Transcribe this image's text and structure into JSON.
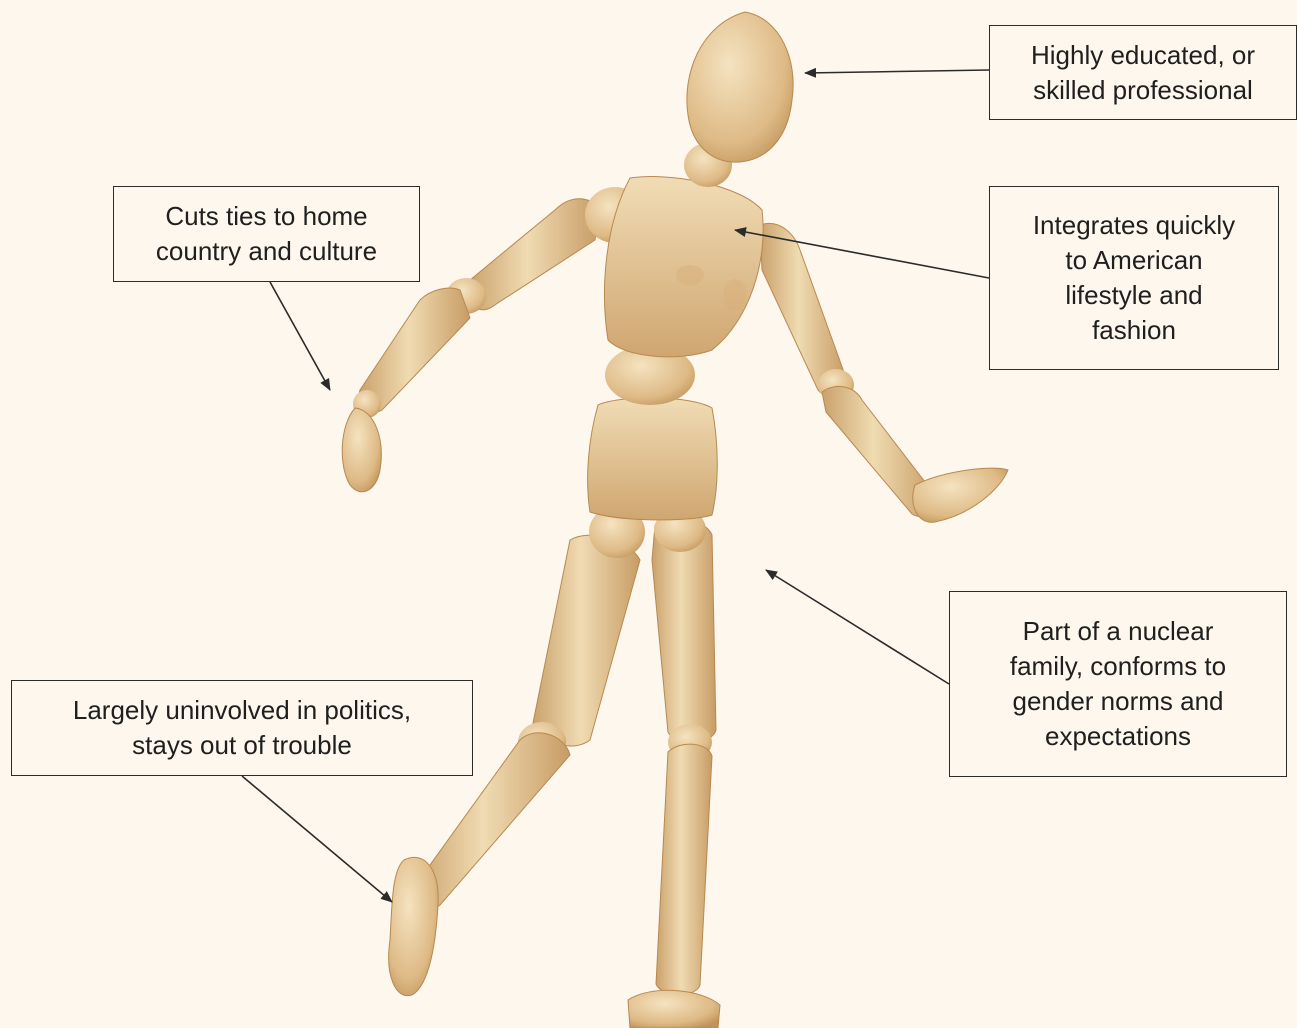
{
  "callouts": {
    "head": "Highly educated, or\nskilled professional",
    "ties": "Cuts ties to home\ncountry and culture",
    "integrate": "Integrates quickly\nto American\nlifestyle and\nfashion",
    "family": "Part of a nuclear\nfamily, conforms to\ngender norms and\nexpectations",
    "politics": "Largely uninvolved in politics,\nstays out of trouble"
  },
  "colors": {
    "background": "#fdf7ee",
    "wood_light": "#ead2a6",
    "wood_mid": "#d9b682",
    "wood_dark": "#b98d57",
    "box_border": "#2b2b2b",
    "arrow": "#2b2b2b"
  },
  "icons": {
    "figure": "wooden-artist-mannequin"
  }
}
